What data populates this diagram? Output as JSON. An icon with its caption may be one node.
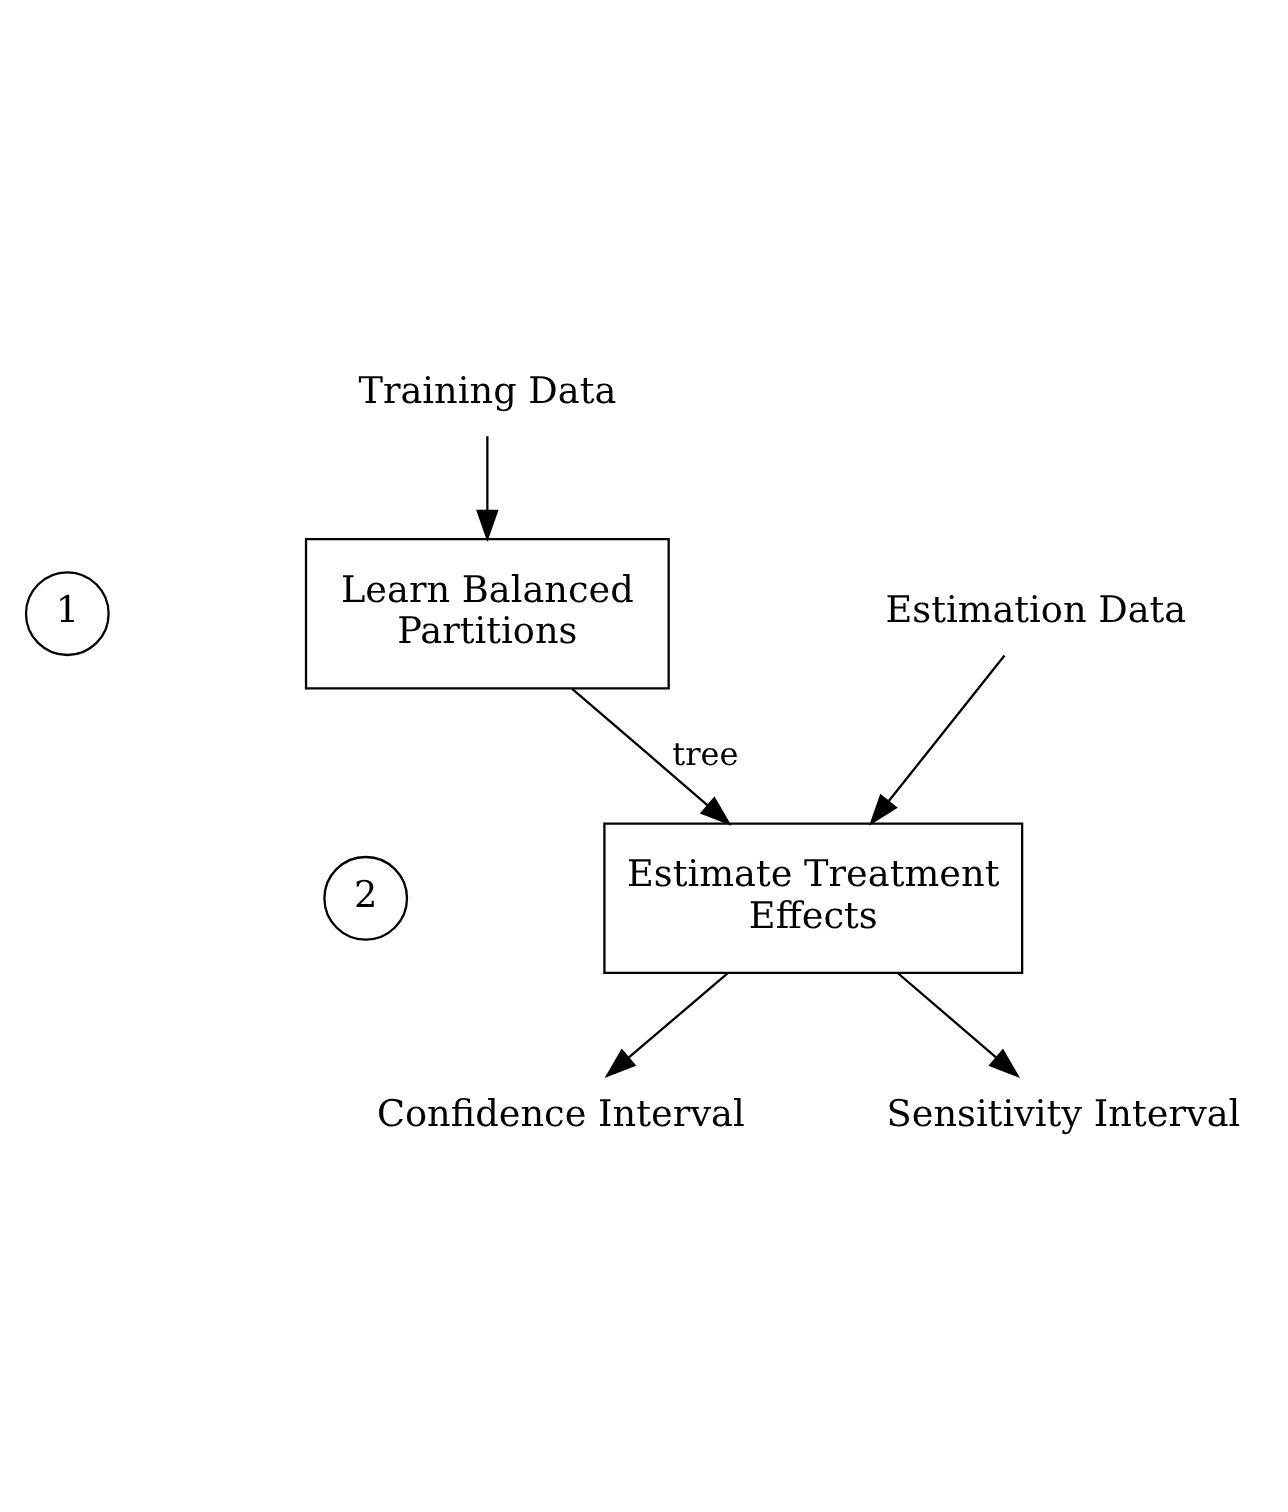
{
  "diagram": {
    "nodes": [
      {
        "text": [
          "Training Data"
        ]
      },
      {
        "text": [
          "Learn Balanced Partitions"
        ]
      },
      {
        "text": [
          "1"
        ]
      },
      {
        "text": [
          "Estimation Data"
        ]
      },
      {
        "text": [
          "Estimate Treatment Effects"
        ]
      },
      {
        "text": [
          "2"
        ]
      },
      {
        "text": [
          "Confidence Interval"
        ]
      },
      {
        "text": [
          "Sensitivity Interval"
        ]
      }
    ],
    "edges": [
      {
        "from": 0,
        "to": 1,
        "arrow": "to"
      },
      {
        "from": 1,
        "to": 4,
        "arrow": "to",
        "label": "tree"
      },
      {
        "from": 3,
        "to": 4,
        "arrow": "to"
      },
      {
        "from": 4,
        "to": 6,
        "arrow": "to"
      },
      {
        "from": 4,
        "to": 7,
        "arrow": "to"
      }
    ]
  }
}
